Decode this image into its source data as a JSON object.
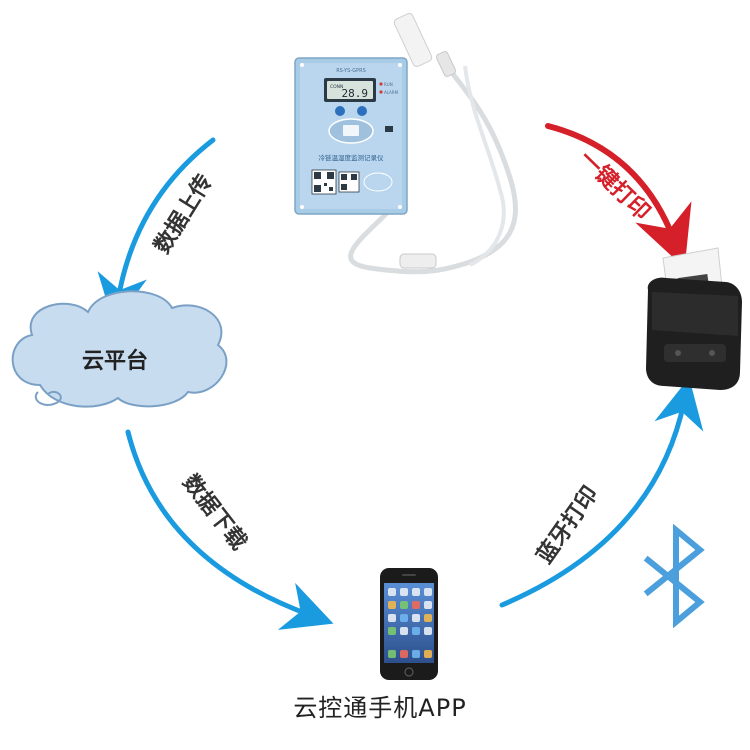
{
  "labels": {
    "cloud": "云平台",
    "upload": "数据上传",
    "download": "数据下载",
    "one_click_print": "一键打印",
    "bluetooth_print": "蓝牙打印",
    "app": "云控通手机APP"
  },
  "device": {
    "model": "RS-YS-GPRS",
    "screen_value": "28.9",
    "screen_mode": "CONN",
    "indicators": [
      "RUN",
      "ALARM"
    ],
    "name": "冷链温湿度监测记录仪"
  },
  "colors": {
    "blue_arrow": "#1a9be0",
    "red_arrow": "#d5202a",
    "cloud_fill": "#c8dcef",
    "cloud_stroke": "#7aa0c6",
    "device_body": "#a8cbe6",
    "bluetooth": "#4a9fdc"
  },
  "icons": [
    "bluetooth-icon",
    "cloud-icon",
    "printer-icon",
    "phone-icon",
    "logger-device-icon"
  ]
}
